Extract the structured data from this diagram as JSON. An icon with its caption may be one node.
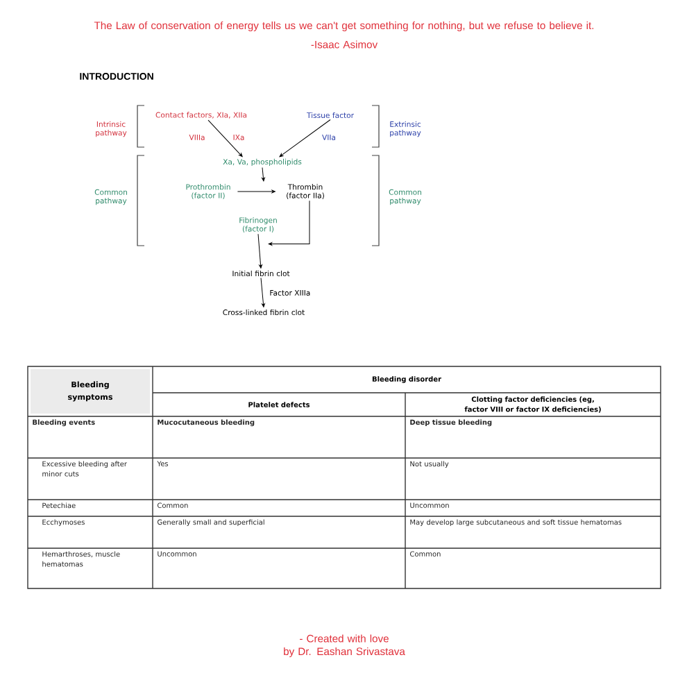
{
  "diagram": {
    "title": "INTRODUCTION",
    "nodes": [
      {
        "text": [
          "Contact factors, XIa, XIIa"
        ]
      },
      {
        "text": [
          "Tissue factor"
        ]
      },
      {
        "text": [
          "Xa, Va, phospholipids"
        ]
      },
      {
        "text": [
          "Prothrombin (factor II)"
        ]
      },
      {
        "text": [
          "Thrombin (factor IIa)"
        ]
      },
      {
        "text": [
          "Fibrinogen (factor I)"
        ]
      },
      {
        "text": [
          "Initial fibrin clot"
        ]
      },
      {
        "text": [
          "Cross-linked fibrin clot"
        ]
      }
    ],
    "edges": [
      {
        "from": 0,
        "to": 2,
        "arrow": "to"
      },
      {
        "from": 1,
        "to": 2,
        "arrow": "to"
      },
      {
        "from": 2,
        "to": null,
        "arrow": "to"
      },
      {
        "from": 3,
        "to": 4,
        "arrow": "to"
      },
      {
        "from": 4,
        "to": 6,
        "arrow": "to"
      },
      {
        "from": 5,
        "to": 6,
        "arrow": "to"
      },
      {
        "from": 6,
        "to": 7,
        "arrow": "to",
        "label": "Factor XIIIa"
      }
    ],
    "labels": [
      "The Law of conservation of energy tells us we can't get something for nothing, but we refuse to believe it.",
      "-Isaac Asimov",
      "Intrinsic pathway",
      "Extrinsic pathway",
      "VIIIa",
      "IXa",
      "VIIa",
      "Common pathway",
      "Common pathway",
      "Bleeding symptoms",
      "Bleeding disorder",
      "Platelet defects",
      "Clotting factor deficiencies (eg, factor VIII or factor IX deficiencies)",
      "Bleeding events",
      "Mucocutaneous bleeding",
      "Deep tissue bleeding",
      "Excessive bleeding after minor cuts",
      "Yes",
      "Not usually",
      "Petechiae",
      "Common",
      "Uncommon",
      "Ecchymoses",
      "Generally small and superficial",
      "May develop large subcutaneous and soft tissue hematomas",
      "Hemarthroses, muscle hematomas",
      "Uncommon",
      "Common",
      "- Created with love",
      "by Dr. Eashan Srivastava"
    ]
  }
}
